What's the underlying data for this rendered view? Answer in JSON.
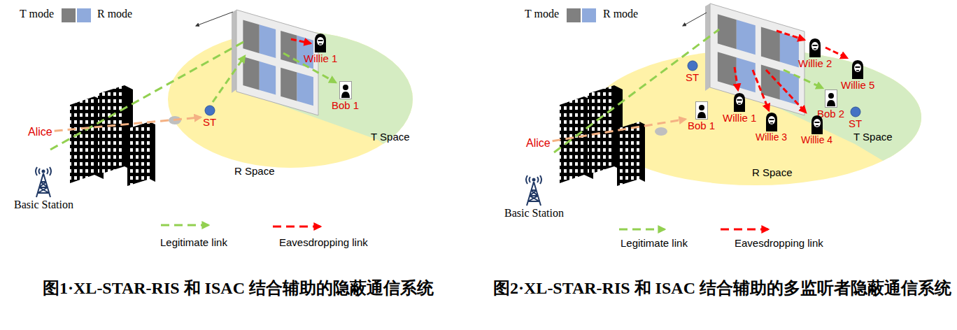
{
  "diagram": {
    "nodes": [
      {
        "text": [
          "Alice"
        ]
      },
      {
        "text": [
          "Basic Station"
        ]
      },
      {
        "text": [
          "ST"
        ]
      },
      {
        "text": [
          "Willie 1"
        ]
      },
      {
        "text": [
          "Bob 1"
        ]
      },
      {
        "text": [
          "Alice"
        ]
      },
      {
        "text": [
          "Basic Station"
        ]
      },
      {
        "text": [
          "ST"
        ]
      },
      {
        "text": [
          "Bob 1"
        ]
      },
      {
        "text": [
          "Willie 1"
        ]
      },
      {
        "text": [
          "Willie 2"
        ]
      },
      {
        "text": [
          "Willie 5"
        ]
      },
      {
        "text": [
          "Bob 2"
        ]
      },
      {
        "text": [
          "ST"
        ]
      },
      {
        "text": [
          "Willie 3"
        ]
      },
      {
        "text": [
          "Willie 4"
        ]
      }
    ],
    "edges": [
      {
        "from": 0,
        "to": 2,
        "arrow": "to"
      },
      {
        "from": 5,
        "to": 8,
        "arrow": "to"
      }
    ],
    "labels": [
      "T mode",
      "R mode",
      "T Space",
      "R Space",
      "图1·XL-STAR-RIS 和 ISAC 结合辅助的隐蔽通信系统",
      "T mode",
      "R mode",
      "T Space",
      "R Space",
      "图2·XL-STAR-RIS 和 ISAC 结合辅助的多监听者隐蔽通信系统"
    ],
    "legend": [
      {
        "text": "Legitimate link"
      },
      {
        "text": "Eavesdropping link"
      },
      {
        "text": "Legitimate link"
      },
      {
        "text": "Eavesdropping link"
      }
    ]
  }
}
